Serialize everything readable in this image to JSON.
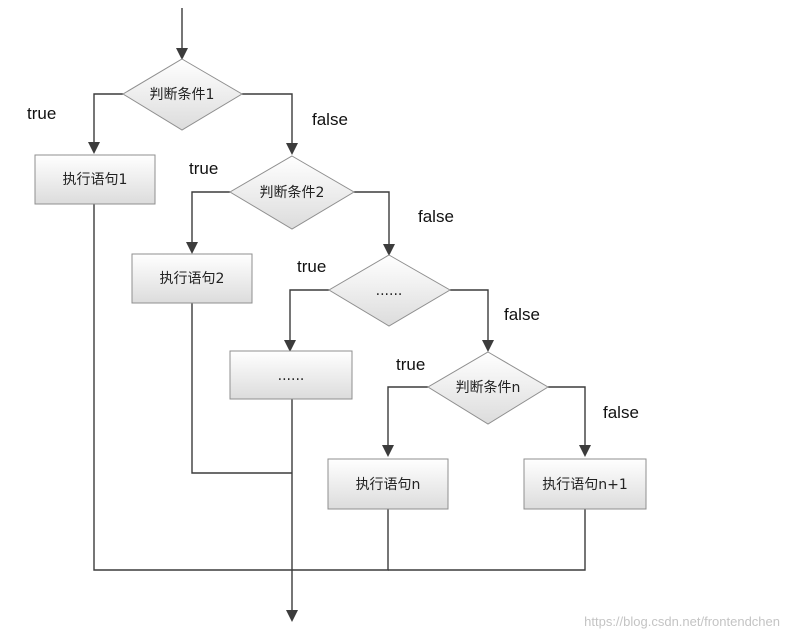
{
  "diagram": {
    "nodes": {
      "cond1": "判断条件1",
      "cond2": "判断条件2",
      "cond3": "......",
      "condn": "判断条件n",
      "stmt1": "执行语句1",
      "stmt2": "执行语句2",
      "stmt3": "......",
      "stmtn": "执行语句n",
      "stmtn1": "执行语句n+1"
    },
    "branches": {
      "true1": "true",
      "false1": "false",
      "true2": "true",
      "false2": "false",
      "true3": "true",
      "false3": "false",
      "truen": "true",
      "falsen": "false"
    }
  },
  "watermark": "https://blog.csdn.net/frontendchen",
  "colors": {
    "shape_fill_top": "#ffffff",
    "shape_fill_bottom": "#dcdcdc",
    "shape_stroke": "#8f8f8f",
    "edge": "#3c3c3c"
  }
}
